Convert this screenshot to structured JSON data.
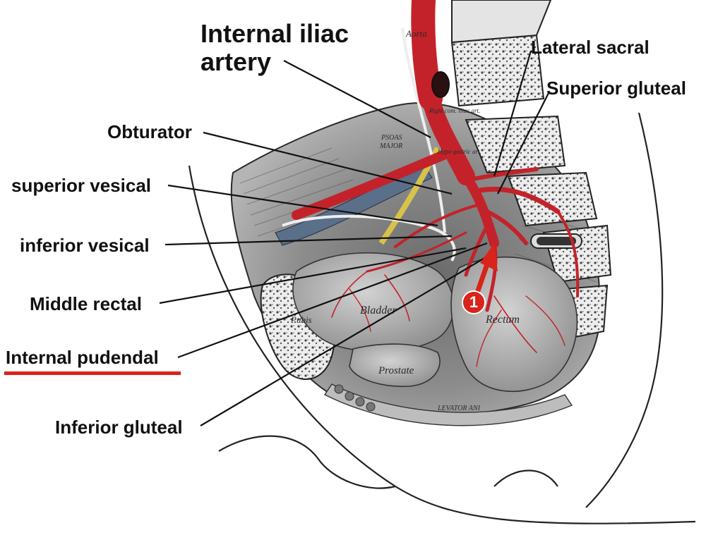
{
  "labels": {
    "internal_iliac": "Internal iliac\nartery",
    "lateral_sacral": "Lateral sacral",
    "superior_gluteal": "Superior gluteal",
    "obturator": "Obturator",
    "superior_vesical": "superior vesical",
    "inferior_vesical": "inferior vesical",
    "middle_rectal": "Middle rectal",
    "internal_pudendal": "Internal pudendal",
    "inferior_gluteal": "Inferior gluteal"
  },
  "marker": {
    "number": "1",
    "color": "#d9231b"
  },
  "highlight": {
    "label": "Internal pudendal",
    "color": "#d9231b"
  },
  "engraving_text": {
    "aorta": "Aorta",
    "psoas": "PSOAS",
    "major": "MAJOR",
    "right_com_iliac": "Right com. iliac art.",
    "hypogastric": "Hypo gastric art.",
    "bladder": "Bladder",
    "rectum": "Rectum",
    "prostate": "Prostate",
    "pubis": "Pubis",
    "levator_ani": "LEVATOR ANI"
  },
  "colors": {
    "artery": "#c4222a",
    "vein": "#5a6f8a",
    "ureter": "#d8c24a",
    "bone": "#e8e8e8",
    "tissue": "#9a9a9a"
  }
}
